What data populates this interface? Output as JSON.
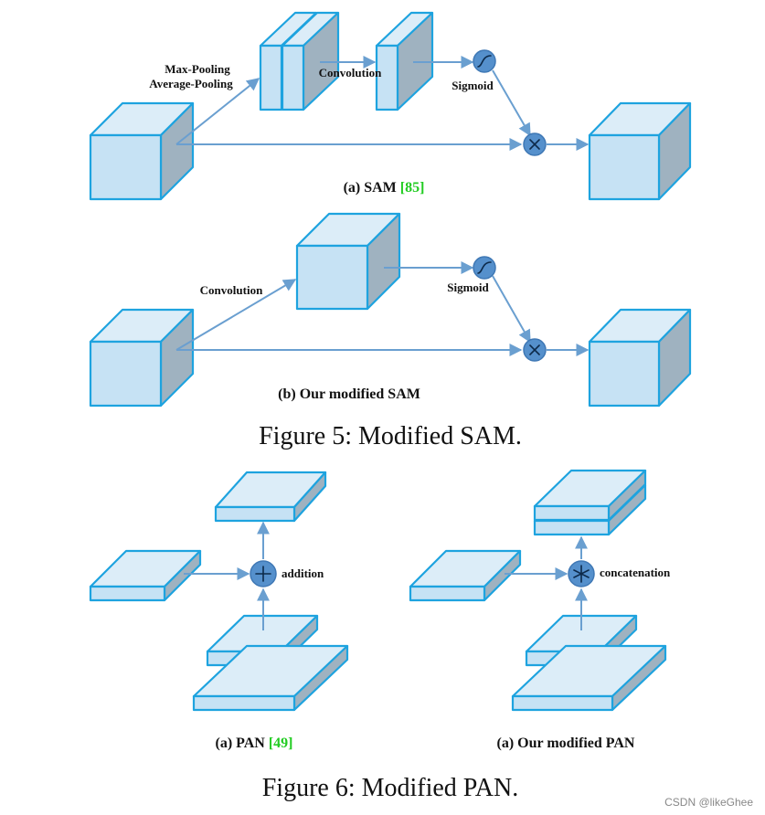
{
  "figure5": {
    "title": "Figure 5: Modified SAM.",
    "panel_a": {
      "caption": "(a) SAM ",
      "ref": "[85]",
      "pool_label_1": "Max-Pooling",
      "pool_label_2": "Average-Pooling",
      "conv_label": "Convolution",
      "sigmoid_label": "Sigmoid"
    },
    "panel_b": {
      "caption": "(b) Our modified SAM",
      "conv_label": "Convolution",
      "sigmoid_label": "Sigmoid"
    }
  },
  "figure6": {
    "title": "Figure 6: Modified PAN.",
    "panel_a": {
      "caption": "(a) PAN ",
      "ref": "[49]",
      "op_label": "addition"
    },
    "panel_b": {
      "caption": "(a) Our modified PAN",
      "op_label": "concatenation"
    }
  },
  "watermark": "CSDN @likeGhee",
  "colors": {
    "edge": "#1ea3df",
    "front": "#c6e2f4",
    "side": "#9fb2c0",
    "arrow": "#6a9fd0",
    "operator": "#5590cc",
    "citation": "#22cc22"
  }
}
